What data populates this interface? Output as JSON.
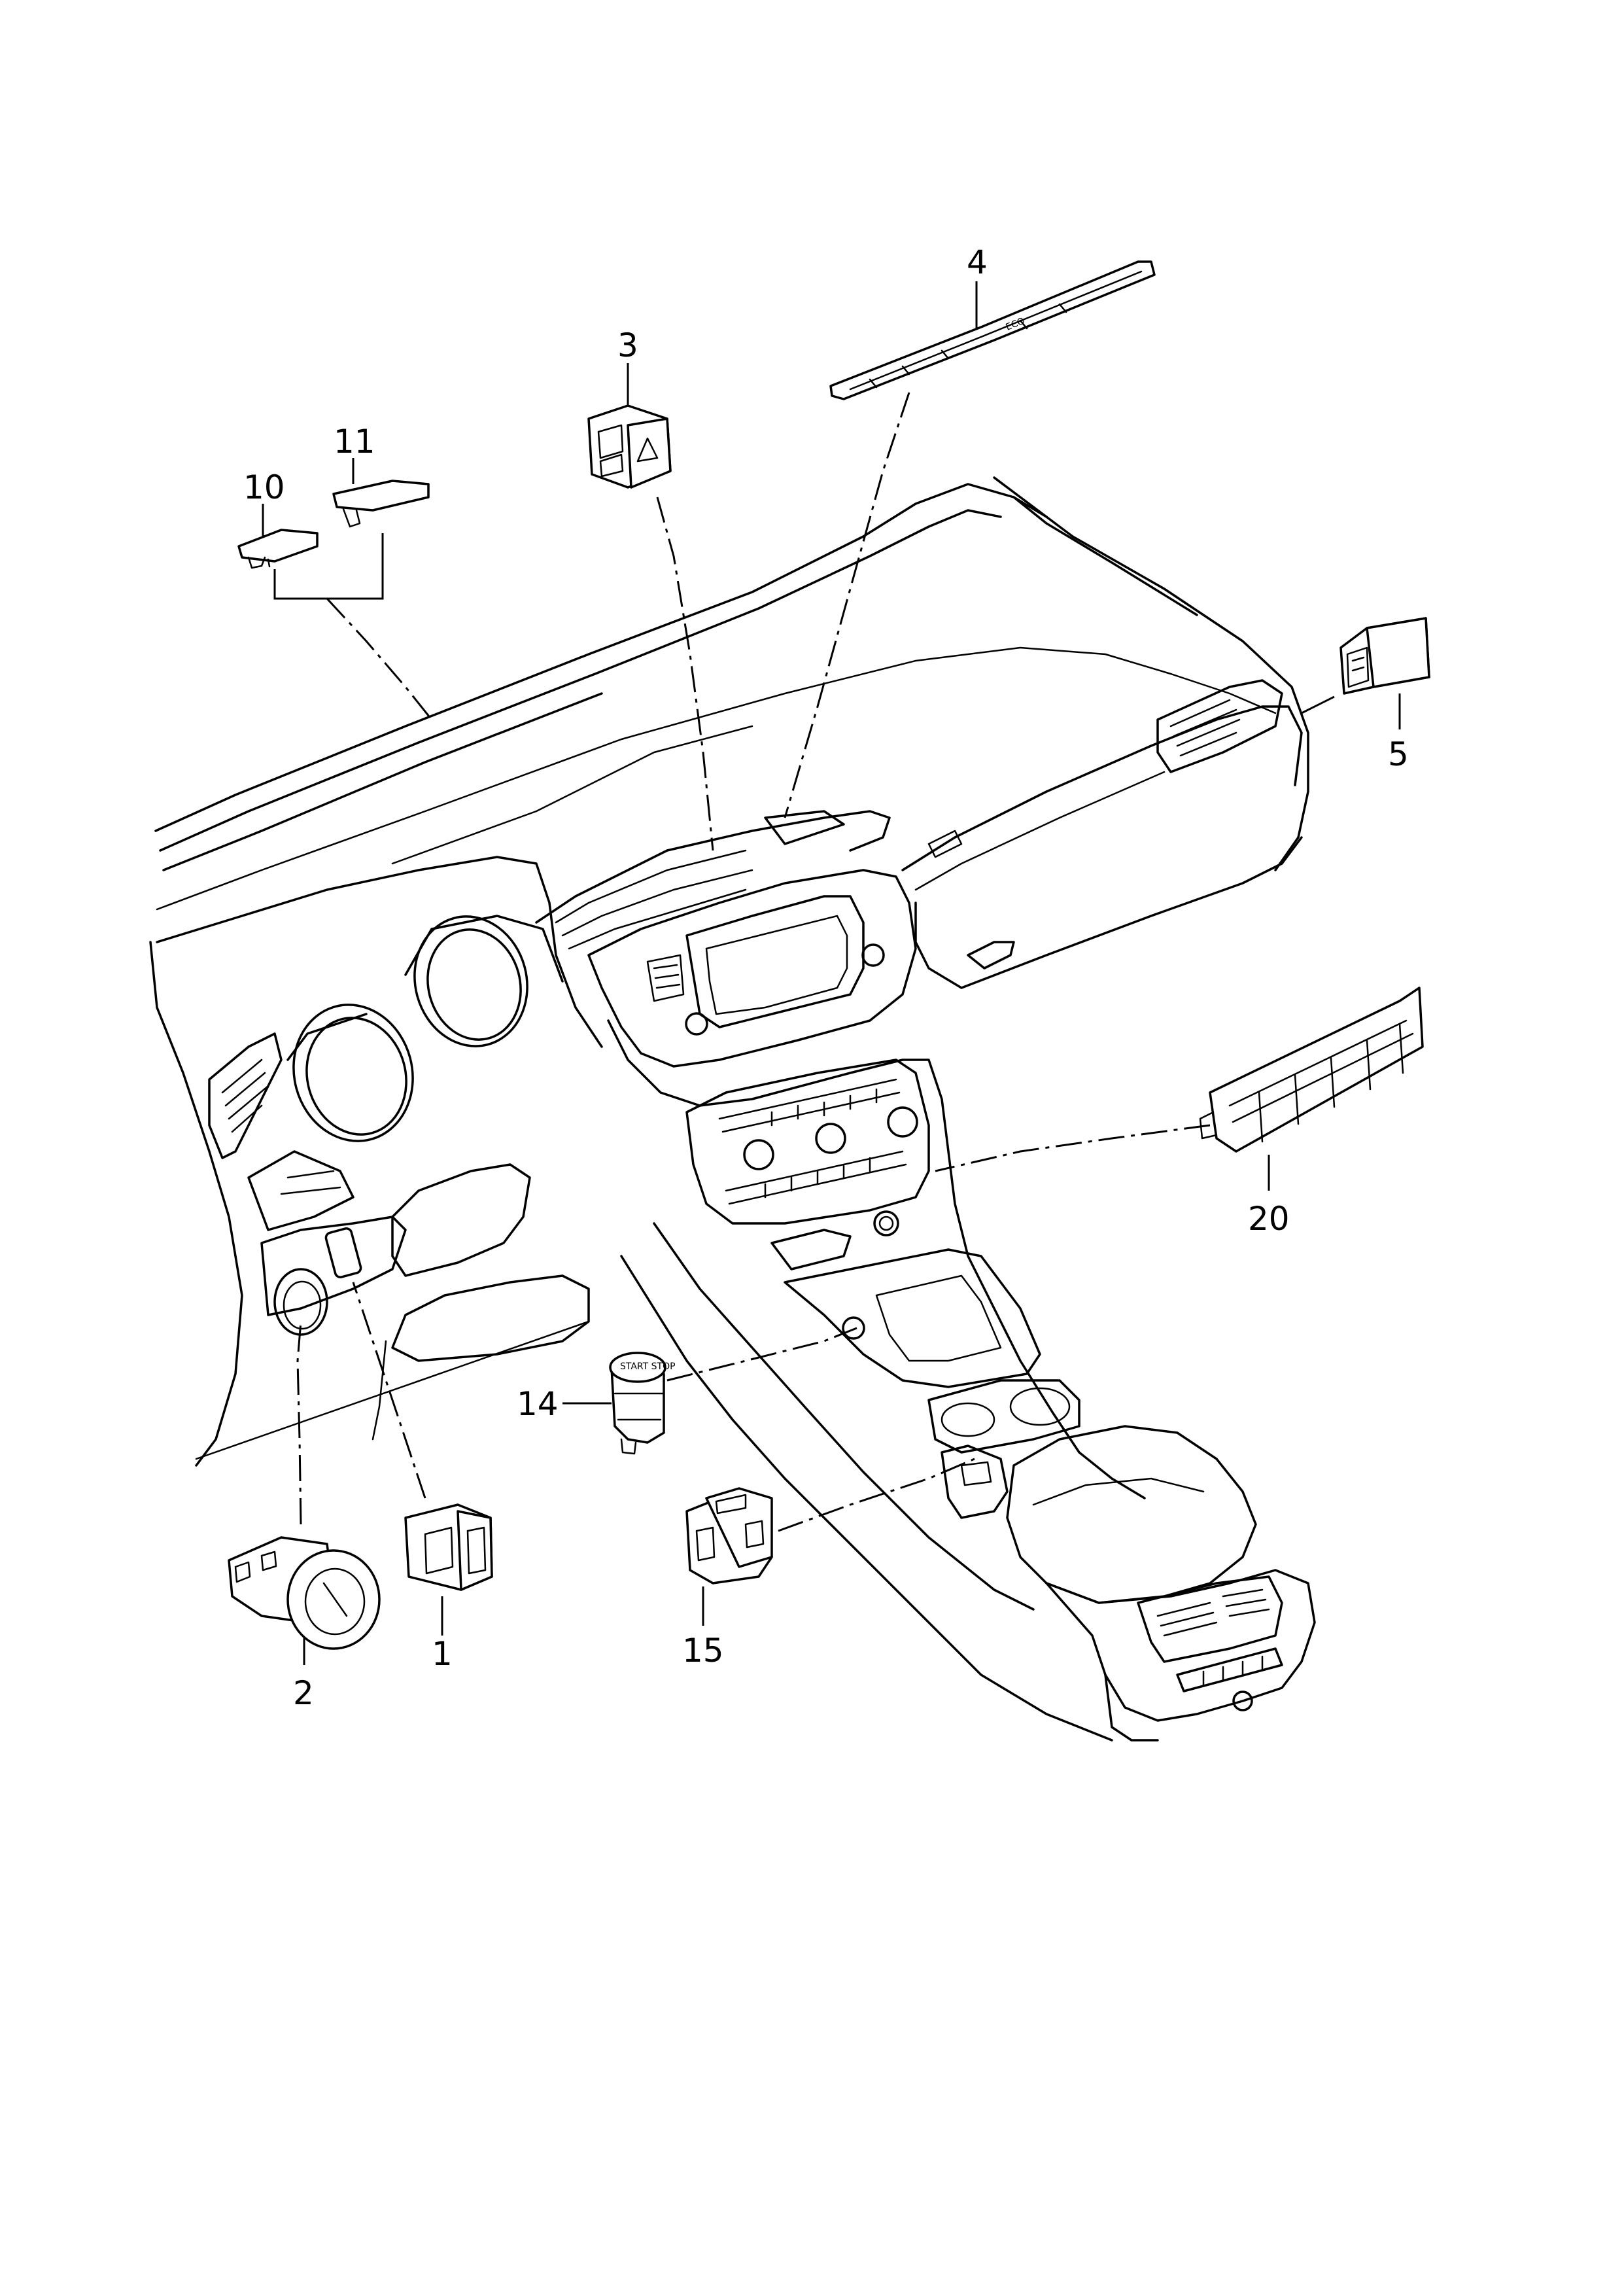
{
  "callouts": [
    {
      "id": "1",
      "label": "1"
    },
    {
      "id": "2",
      "label": "2"
    },
    {
      "id": "3",
      "label": "3"
    },
    {
      "id": "4",
      "label": "4"
    },
    {
      "id": "5",
      "label": "5"
    },
    {
      "id": "10",
      "label": "10"
    },
    {
      "id": "11",
      "label": "11"
    },
    {
      "id": "14",
      "label": "14"
    },
    {
      "id": "15",
      "label": "15"
    },
    {
      "id": "20",
      "label": "20"
    }
  ],
  "part_markings": {
    "start_stop_button": "START STOP",
    "strip_marking": "ECO"
  },
  "colors": {
    "line": "#000000",
    "background": "#ffffff"
  }
}
